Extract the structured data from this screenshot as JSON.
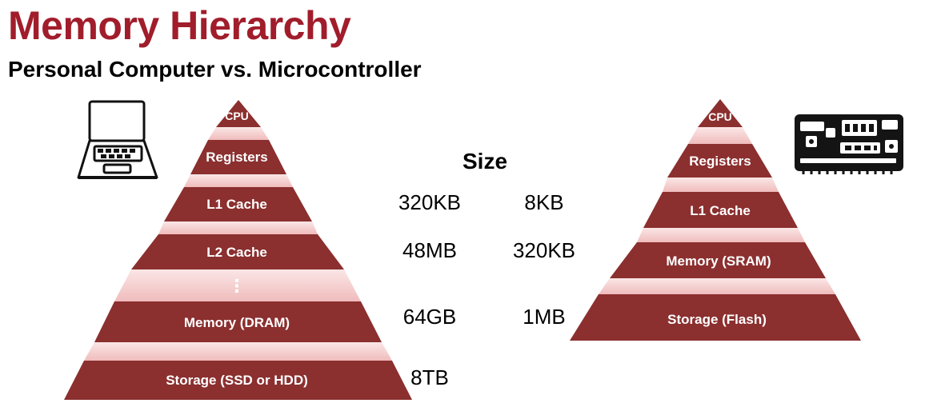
{
  "title": "Memory Hierarchy",
  "subtitle": "Personal Computer vs. Microcontroller",
  "size_heading": "Size",
  "pc_pyramid": {
    "levels": [
      "CPU",
      "Registers",
      "L1 Cache",
      "L2 Cache",
      "Memory (DRAM)",
      "Storage (SSD or HDD)"
    ],
    "ellipsis": "⋮"
  },
  "pc_sizes": [
    "320KB",
    "48MB",
    "64GB",
    "8TB"
  ],
  "mcu_sizes": [
    "8KB",
    "320KB",
    "1MB"
  ],
  "mcu_pyramid": {
    "levels": [
      "CPU",
      "Registers",
      "L1 Cache",
      "Memory (SRAM)",
      "Storage (Flash)"
    ]
  },
  "icons": [
    "laptop-icon",
    "circuit-board-icon"
  ],
  "colors": {
    "title": "#a11d2b",
    "level_fill": "#8b2f2f",
    "gap_fill": "#f2c5c5"
  }
}
